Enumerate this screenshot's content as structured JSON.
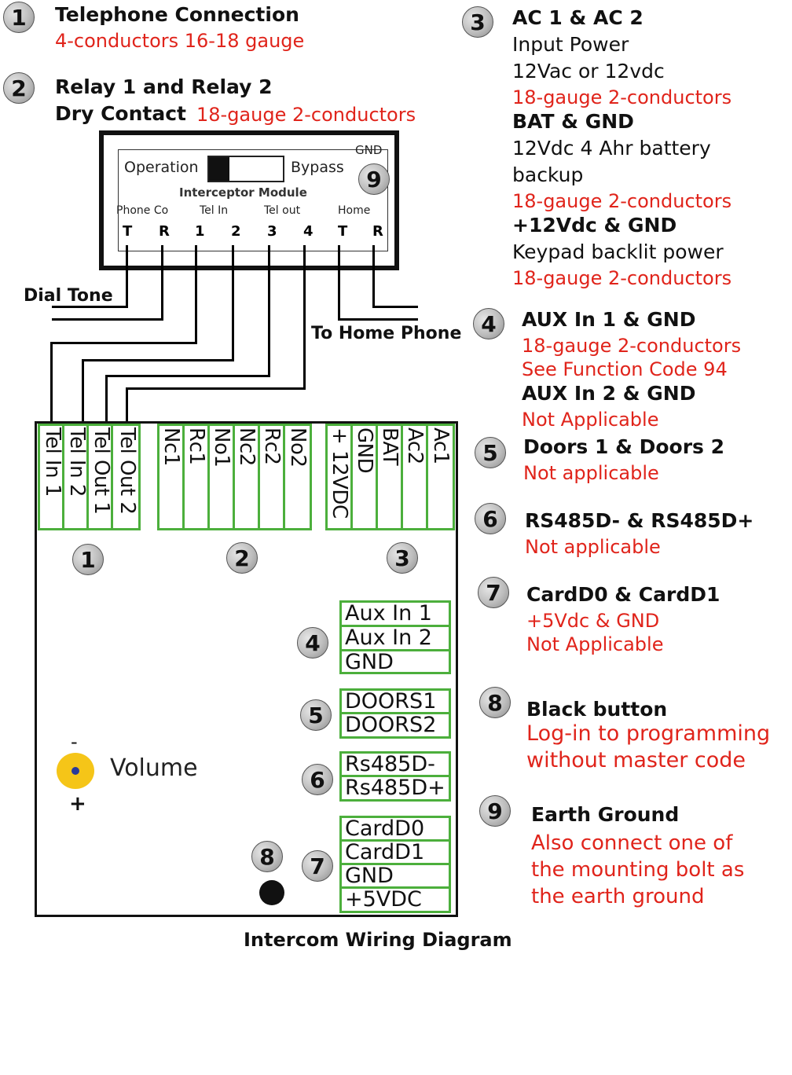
{
  "notes": {
    "n1": {
      "num": "1",
      "title": "Telephone Connection",
      "spec": "4-conductors 16-18 gauge"
    },
    "n2": {
      "num": "2",
      "title1": "Relay 1 and Relay 2",
      "title2": "Dry Contact",
      "spec": "18-gauge 2-conductors"
    },
    "n3": {
      "num": "3",
      "title": "AC 1 & AC 2",
      "l1": "Input Power",
      "l2": "12Vac or 12vdc",
      "s1": "18-gauge 2-conductors",
      "t2": "BAT & GND",
      "l3": "12Vdc 4 Ahr battery",
      "l4": "backup",
      "s2": "18-gauge 2-conductors",
      "t3": "+12Vdc & GND",
      "l5": "Keypad backlit power",
      "s3": "18-gauge 2-conductors"
    },
    "n4": {
      "num": "4",
      "title": "AUX In 1 & GND",
      "s1": "18-gauge 2-conductors",
      "s2": "See Function Code 94",
      "title2": "AUX In 2 & GND",
      "s3": "Not Applicable"
    },
    "n5": {
      "num": "5",
      "title": "Doors 1 & Doors 2",
      "spec": "Not applicable"
    },
    "n6": {
      "num": "6",
      "title": "RS485D- & RS485D+",
      "spec": "Not applicable"
    },
    "n7": {
      "num": "7",
      "title": "CardD0 & CardD1",
      "s1": "+5Vdc & GND",
      "s2": "Not Applicable"
    },
    "n8": {
      "num": "8",
      "title": "Black button",
      "s1": "Log-in to programming",
      "s2": "without master code"
    },
    "n9": {
      "num": "9",
      "title": "Earth Ground",
      "s1": "Also connect one of",
      "s2": "the mounting bolt as",
      "s3": "the earth ground"
    }
  },
  "module": {
    "operation": "Operation",
    "bypass": "Bypass",
    "gnd": "GND",
    "badge": "9",
    "name": "Interceptor Module",
    "groups": [
      "Phone Co",
      "Tel In",
      "Tel out",
      "Home"
    ],
    "terminals": [
      "T",
      "R",
      "1",
      "2",
      "3",
      "4",
      "T",
      "R"
    ]
  },
  "wire_labels": {
    "dial_tone": "Dial Tone",
    "home_phone": "To Home Phone"
  },
  "board": {
    "tel_terms": [
      "Tel In 1",
      "Tel In 2",
      "Tel Out 1",
      "Tel Out 2"
    ],
    "relay_terms": [
      "Nc1",
      "Rc1",
      "No1",
      "Nc2",
      "Rc2",
      "No2"
    ],
    "power_terms": [
      "+ 12VDC",
      "GND",
      "BAT",
      "Ac2",
      "Ac1"
    ],
    "group_badges": [
      "1",
      "2",
      "3"
    ],
    "aux": {
      "badge": "4",
      "terms": [
        "Aux In 1",
        "Aux In 2",
        "GND"
      ]
    },
    "doors": {
      "badge": "5",
      "terms": [
        "DOORS1",
        "DOORS2"
      ]
    },
    "rs485": {
      "badge": "6",
      "terms": [
        "Rs485D-",
        "Rs485D+"
      ]
    },
    "card": {
      "badge": "7",
      "terms": [
        "CardD0",
        "CardD1",
        "GND",
        "+5VDC"
      ]
    },
    "button_badge": "8",
    "volume": {
      "label": "Volume",
      "minus": "-",
      "plus": "+"
    }
  },
  "caption": "Intercom Wiring Diagram",
  "colors": {
    "terminal_green": "#4caf3c",
    "note_red": "#e0241b",
    "knob_yellow": "#f5c518"
  }
}
